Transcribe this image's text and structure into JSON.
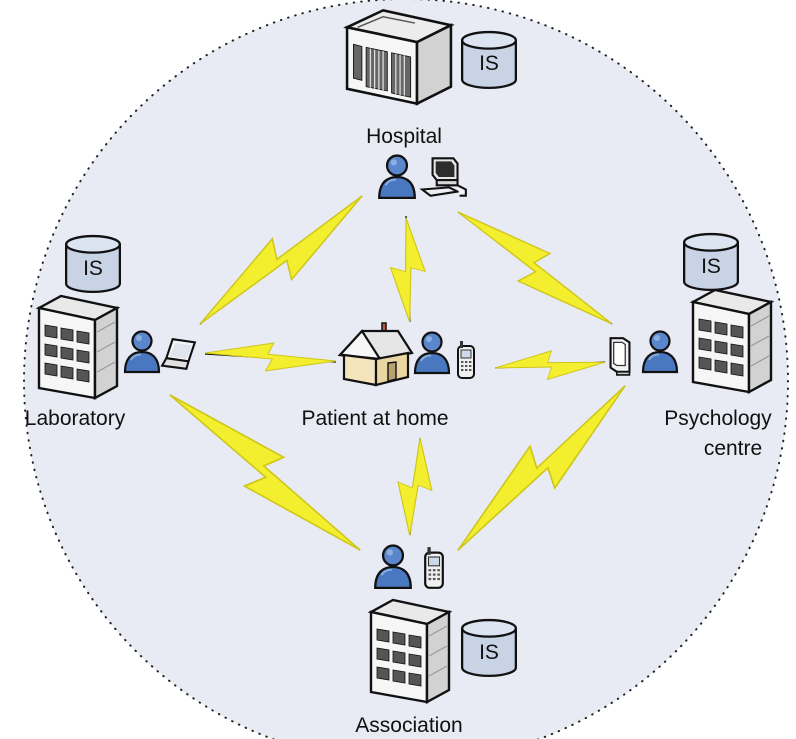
{
  "nodes": {
    "hospital": {
      "label": "Hospital",
      "database": "IS"
    },
    "laboratory": {
      "label": "Laboratory",
      "database": "IS"
    },
    "psychology": {
      "label_line1": "Psychology",
      "label_line2": "centre",
      "database": "IS"
    },
    "association": {
      "label": "Association",
      "database": "IS"
    },
    "patient": {
      "label": "Patient at home"
    }
  },
  "links": [
    "hospital-patient",
    "hospital-laboratory",
    "hospital-psychology",
    "laboratory-patient",
    "psychology-patient",
    "laboratory-association",
    "psychology-association",
    "patient-association"
  ],
  "colors": {
    "circle_fill": "#e8ebf4",
    "circle_border": "#222222",
    "lightning": "#f3ee2e",
    "lightning_edge": "#c9c21a",
    "person": "#4a78c0",
    "cylinder": "#c9d3e6",
    "building_front": "#f4f4f4",
    "building_side": "#d8d8d8"
  }
}
